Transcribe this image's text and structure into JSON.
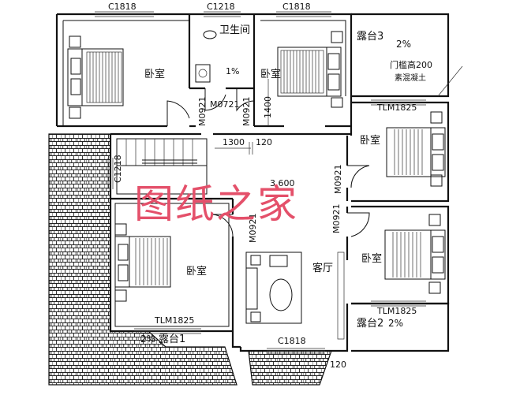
{
  "plan": {
    "rooms": {
      "bedroom_nw": "卧室",
      "bedroom_n": "卧室",
      "bedroom_e1": "卧室",
      "bedroom_e2": "卧室",
      "bedroom_sw": "卧室",
      "bathroom": "卫生间",
      "living": "客厅",
      "terrace3": "露台3",
      "terrace2": "露台2",
      "terrace1": "露台1"
    },
    "windows": {
      "top_left": "C1818",
      "top_mid": "C1218",
      "top_right": "C1818",
      "left_mid": "C1218",
      "bottom": "C1818",
      "tlm_east": "TLM1825",
      "tlm_east2": "TLM1825",
      "tlm_west": "TLM1825"
    },
    "doors": {
      "m0721": "M0721",
      "m0921_a": "M0921",
      "m0921_b": "M0921",
      "m0921_c": "M0921",
      "m0921_d": "M0921",
      "m0921_e": "M0921"
    },
    "dims": {
      "d1400": "1400",
      "d1300": "1300",
      "d120": "120",
      "d120b": "120",
      "elev": "3.600"
    },
    "slopes": {
      "s_bath": "1%",
      "s_t3": "2%",
      "s_t2": "2%",
      "s_t1": "2%"
    },
    "notes": {
      "threshold": "门槛高200",
      "concrete": "素混凝土"
    }
  },
  "watermark": "图纸之家",
  "colors": {
    "watermark": "#e4506a",
    "line": "#111111"
  }
}
